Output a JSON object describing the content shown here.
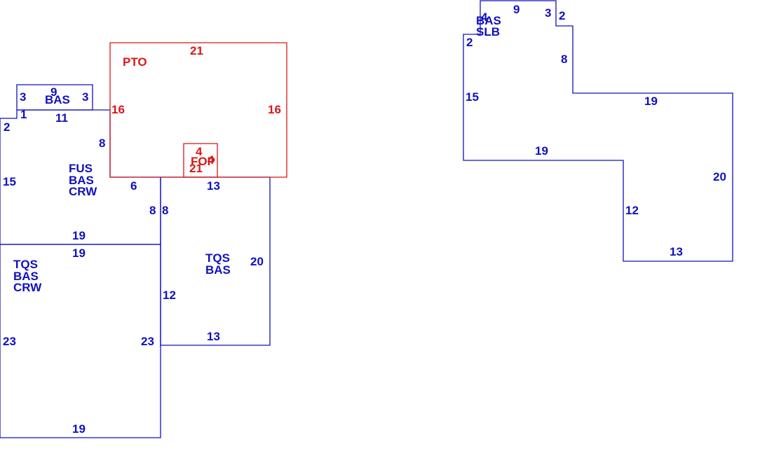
{
  "colors": {
    "building": "#1010c0",
    "addition": "#d81818"
  },
  "left_sketch": {
    "bas_small": {
      "label": "BAS",
      "dims": {
        "top": "9",
        "left": "3",
        "right": "3",
        "bottom": "11",
        "step_left": "1",
        "step_outer": "2"
      }
    },
    "fus": {
      "lines": [
        "FUS",
        "BAS",
        "CRW"
      ],
      "dims": {
        "left": "15",
        "right_upper": "8",
        "step": "6",
        "right_lower": "8",
        "bottom": "19"
      }
    },
    "tqs_main": {
      "lines": [
        "TQS",
        "BAS",
        "CRW"
      ],
      "dims": {
        "top": "19",
        "left": "23",
        "right": "23",
        "bottom": "19"
      }
    },
    "tqs_side": {
      "lines": [
        "TQS",
        "BAS"
      ],
      "dims": {
        "top": "13",
        "left_upper": "8",
        "left": "12",
        "right": "20",
        "bottom": "13"
      }
    },
    "pto": {
      "label": "PTO",
      "dims": {
        "top": "21",
        "left": "16",
        "right": "16",
        "bottom": "21"
      }
    },
    "fop": {
      "label": "FOP",
      "dims": {
        "top": "4",
        "side": "4"
      }
    }
  },
  "right_sketch": {
    "lines": [
      "BAS",
      "SLB"
    ],
    "dims": {
      "top": "9",
      "top_right": "3",
      "step_right": "2",
      "right_upper": "8",
      "mid_top": "19",
      "right": "20",
      "bottom": "13",
      "inner_vert": "12",
      "inner_horiz": "19",
      "left": "15",
      "top_left": "2",
      "overlap": "4"
    }
  }
}
